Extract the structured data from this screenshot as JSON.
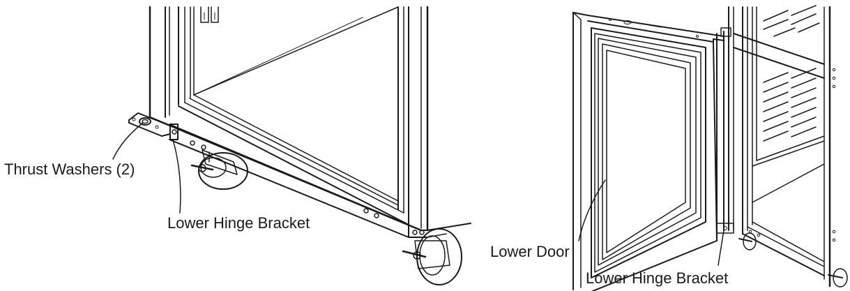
{
  "labels": {
    "thrust_washers": "Thrust Washers (2)",
    "lower_hinge_bracket_left": "Lower Hinge Bracket",
    "lower_door": "Lower Door",
    "lower_hinge_bracket_right": "Lower Hinge Bracket"
  },
  "colors": {
    "line": "#1a1a1a",
    "background": "#ffffff"
  }
}
